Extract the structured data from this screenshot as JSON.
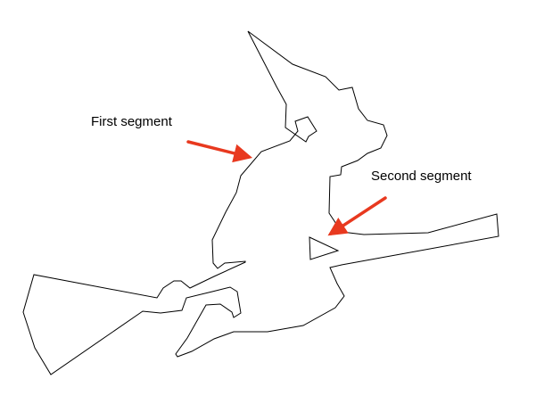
{
  "annotations": [
    {
      "id": "first",
      "text": "First segment"
    },
    {
      "id": "second",
      "text": "Second segment"
    }
  ],
  "colors": {
    "outline": "#000000",
    "arrow": "#e8391f",
    "background": "#ffffff"
  }
}
